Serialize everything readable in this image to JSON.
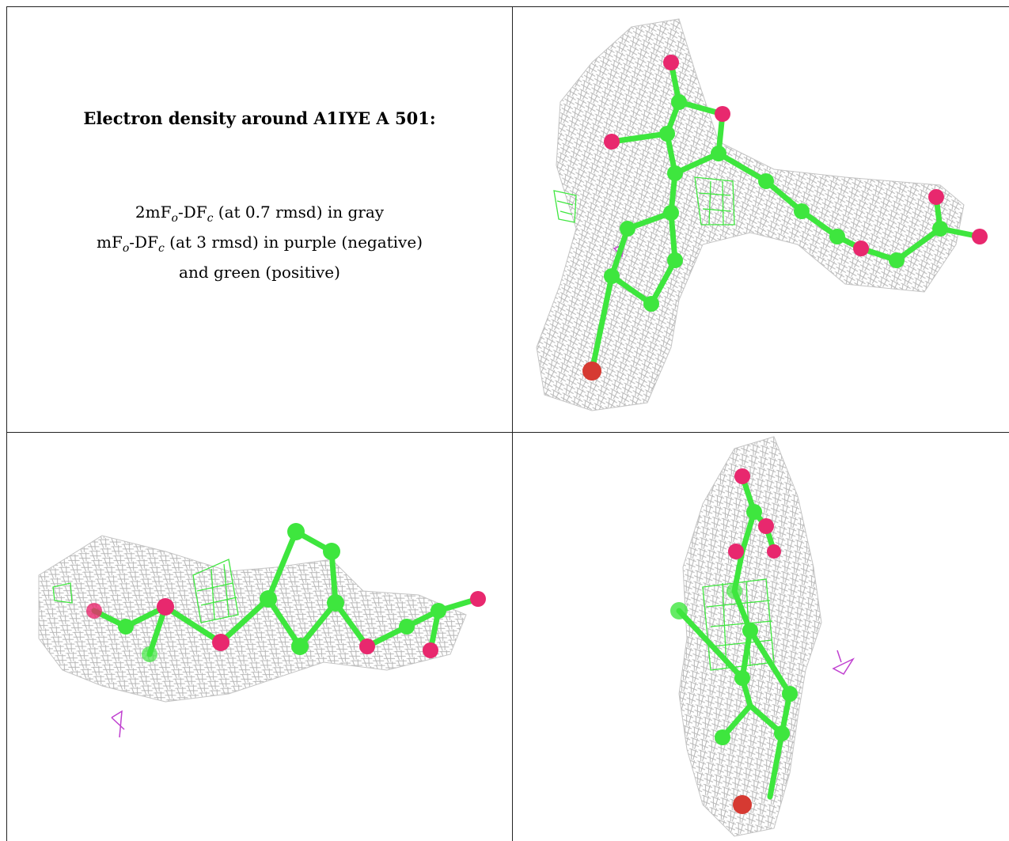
{
  "caption": {
    "title": "Electron density around A1IYE A 501:",
    "line1_a": "2mF",
    "line1_sub1": "o",
    "line1_b": "-DF",
    "line1_sub2": "c",
    "line1_c": " (at 0.7 rmsd) in gray",
    "line2_a": "mF",
    "line2_sub1": "o",
    "line2_b": "-DF",
    "line2_sub2": "c",
    "line2_c": " (at 3 rmsd) in purple (negative)",
    "line3": "and green (positive)"
  },
  "colors": {
    "mesh_gray": "#b8b8b8",
    "carbon_green": "#3ee63e",
    "oxygen_pink": "#e8286e",
    "bromine_red": "#d63a32",
    "negative_purple": "#c040d0",
    "positive_green": "#3ee63e"
  },
  "panels": [
    "view-1",
    "view-2",
    "view-3"
  ]
}
